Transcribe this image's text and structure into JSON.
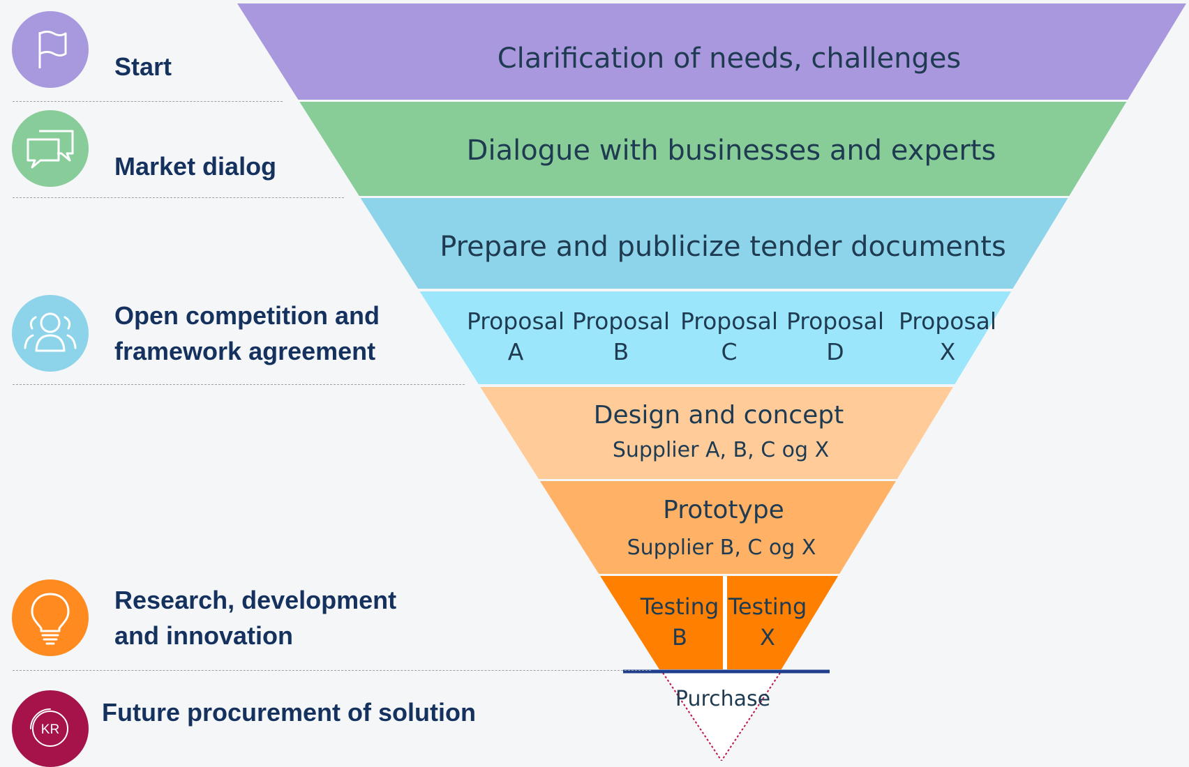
{
  "phases": [
    {
      "label": "Start",
      "icon": "flag-icon",
      "color": "#a898dd"
    },
    {
      "label": "Market dialog",
      "icon": "chat-bubbles-icon",
      "color": "#88cc9a"
    },
    {
      "label": "Open competition and\nframework agreement",
      "icon": "people-group-icon",
      "color": "#8dd4ea"
    },
    {
      "label": "Research, development\nand innovation",
      "icon": "lightbulb-icon",
      "color": "#ff8a1f"
    },
    {
      "label": "Future procurement of solution",
      "icon": "kr-logo-icon",
      "color": "#a5134a",
      "logo_text": "KR"
    }
  ],
  "funnel": {
    "stages": [
      {
        "text": "Clarification of needs, challenges",
        "color": "#aa98de"
      },
      {
        "text": "Dialogue with businesses and experts",
        "color": "#88cc97"
      },
      {
        "text": "Prepare and  publicize tender documents",
        "color": "#8dd4ea"
      },
      {
        "color": "#9ce6fb",
        "items": [
          {
            "line1": "Proposal",
            "line2": "A"
          },
          {
            "line1": "Proposal",
            "line2": "B"
          },
          {
            "line1": "Proposal",
            "line2": "C"
          },
          {
            "line1": "Proposal",
            "line2": "D"
          },
          {
            "line1": "Proposal",
            "line2": "X"
          }
        ]
      },
      {
        "text": "Design and concept",
        "subtext": "Supplier A, B, C og X",
        "color": "#ffcc99"
      },
      {
        "text": "Prototype",
        "subtext": "Supplier B, C og X",
        "color": "#ffb266"
      },
      {
        "color": "#ff8000",
        "items": [
          {
            "line1": "Testing",
            "line2": "B"
          },
          {
            "line1": "Testing",
            "line2": "X"
          }
        ]
      }
    ],
    "purchase": {
      "text": "Purchase",
      "line_color": "#1f3f8c",
      "outline_color": "#c0134a"
    }
  }
}
